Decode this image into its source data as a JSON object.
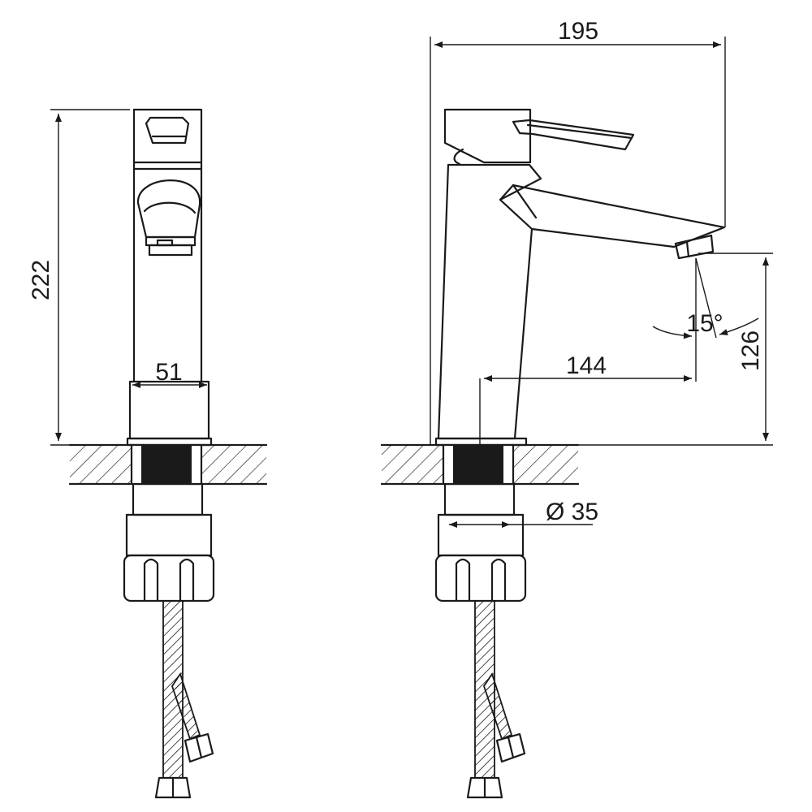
{
  "dimensions": {
    "overall_height": "222",
    "base_width": "51",
    "overall_depth": "195",
    "spout_reach": "144",
    "spout_height": "126",
    "spray_angle": "15°",
    "mount_diameter": "Ø 35"
  },
  "colors": {
    "line": "#1a1a1a",
    "background": "#ffffff"
  }
}
